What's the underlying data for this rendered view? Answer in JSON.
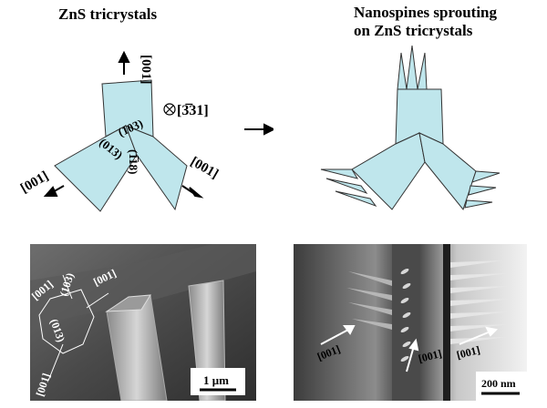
{
  "left_diagram": {
    "title": "ZnS tricrystals",
    "zone_axis": "[3̅31]",
    "top_arrow_label": "[001]",
    "left_arrow_label": "[001]",
    "right_arrow_label": "[001]",
    "plane_top_right": "(103)",
    "plane_left": "(013)",
    "plane_bottom": "(1̅18)"
  },
  "right_diagram": {
    "title_line1": "Nanospines sprouting",
    "title_line2": "on ZnS tricrystals"
  },
  "left_micrograph": {
    "inset_labels": [
      "[001]",
      "(103)",
      "[001]",
      "(013)",
      "[001]"
    ],
    "scale_bar": "1 μm"
  },
  "right_micrograph": {
    "arrow_labels": [
      "[001]",
      "[001]",
      "[001]"
    ],
    "scale_bar": "200 nm"
  },
  "colors": {
    "crystal_fill": "#bfe6ec",
    "outline": "#333333"
  }
}
